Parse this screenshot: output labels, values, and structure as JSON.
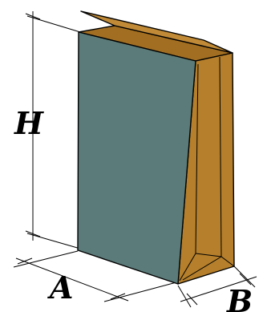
{
  "labels": {
    "height": "H",
    "width": "A",
    "depth": "B"
  },
  "colors": {
    "front_face": "#5a7b79",
    "side_face": "#b57f2b",
    "top_face": "#a26f22",
    "flap": "#c08a36",
    "dimension_lines": "#000000"
  }
}
